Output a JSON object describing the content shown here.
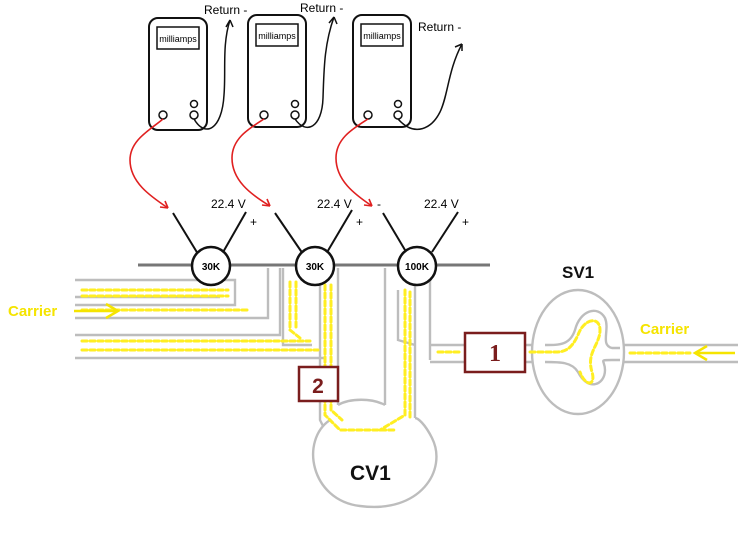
{
  "meters": [
    {
      "label": "milliamps",
      "return_label": "Return -"
    },
    {
      "label": "milliamps",
      "return_label": "Return -"
    },
    {
      "label": "milliamps",
      "return_label": "Return -"
    }
  ],
  "sensors": [
    {
      "resistance": "30K",
      "voltage": "22.4 V",
      "plus": "+"
    },
    {
      "resistance": "30K",
      "voltage": "22.4 V",
      "plus": "+"
    },
    {
      "resistance": "100K",
      "voltage": "22.4 V",
      "plus": "+",
      "minus": "-"
    }
  ],
  "carrier_left": "Carrier",
  "carrier_right": "Carrier",
  "valves": {
    "sv1": "SV1",
    "cv1": "CV1"
  },
  "markers": {
    "m1": "1",
    "m2": "2"
  },
  "colors": {
    "lead_red": "#e02020",
    "gas_yellow": "#ffee22",
    "carrier_yellow": "#f5e400",
    "tube_gray": "#bdbdbd",
    "marker_border": "#7a1d1d",
    "marker_text": "#7a1d1d"
  }
}
